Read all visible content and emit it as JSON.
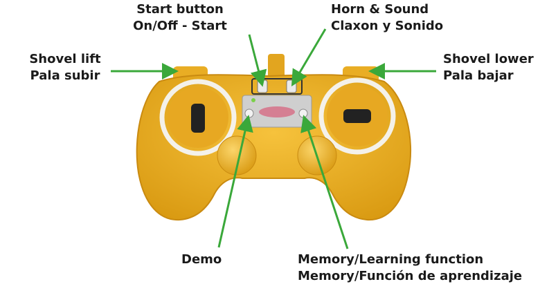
{
  "labels": {
    "start": {
      "line1": "Start button",
      "line2": "On/Off - Start"
    },
    "horn": {
      "line1": "Horn & Sound",
      "line2": "Claxon y Sonido"
    },
    "shovel_lift": {
      "line1": "Shovel lift",
      "line2": "Pala subir"
    },
    "shovel_lower": {
      "line1": "Shovel lower",
      "line2": "Pala bajar"
    },
    "demo": {
      "line1": "Demo"
    },
    "memory": {
      "line1": "Memory/Learning function",
      "line2": "Memory/Función de aprendizaje"
    }
  },
  "colors": {
    "controller_body": "#f0b428",
    "controller_shadow": "#d99a12",
    "arrow": "#3aa83a",
    "ring": "#f4f4f4",
    "panel": "#c8c8c8"
  }
}
